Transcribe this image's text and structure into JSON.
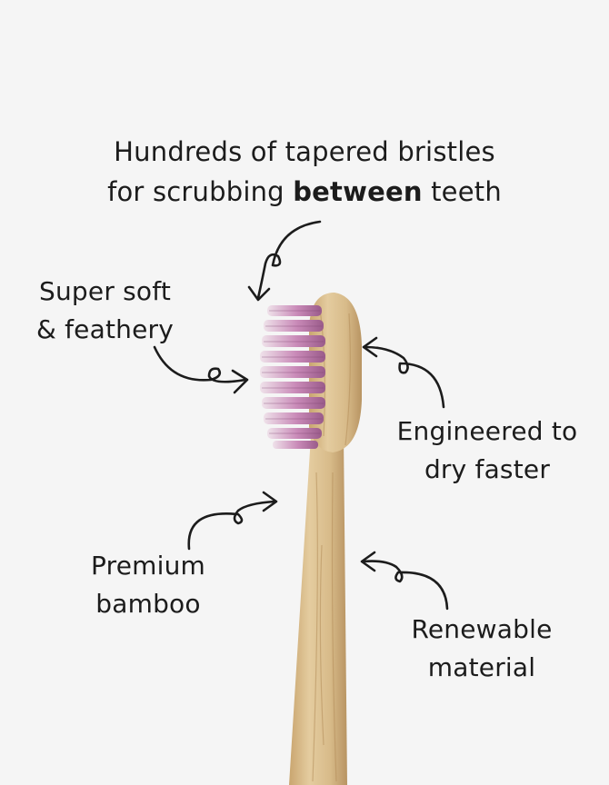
{
  "features": {
    "top": {
      "line1": "Hundreds of tapered bristles",
      "line2_pre": "for scrubbing ",
      "line2_bold": "between",
      "line2_post": " teeth"
    },
    "soft": {
      "line1": "Super soft",
      "line2": "& feathery"
    },
    "dry": {
      "line1": "Engineered to",
      "line2": "dry faster"
    },
    "bamboo": {
      "line1": "Premium",
      "line2": "bamboo"
    },
    "renewable": {
      "line1": "Renewable",
      "line2": "material"
    }
  },
  "colors": {
    "background": "#f5f5f5",
    "bamboo": "#d9bd8e",
    "bristles": "#c98ab8",
    "text": "#1c1c1c"
  }
}
